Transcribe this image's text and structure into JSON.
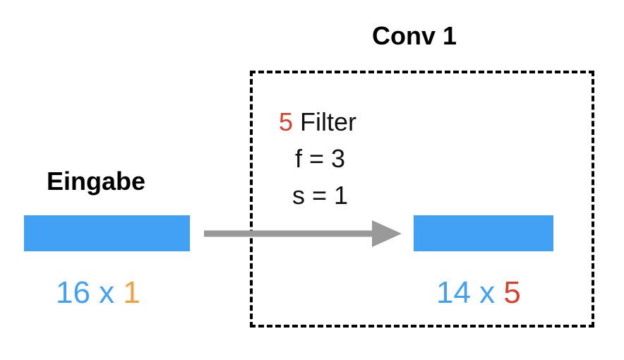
{
  "conv": {
    "title": "Conv 1",
    "filters_count": "5",
    "filters_label": " Filter",
    "f_param": "f = 3",
    "s_param": "s = 1",
    "output_dims": {
      "size": "14",
      "sep": " x ",
      "depth": "5"
    }
  },
  "input": {
    "title": "Eingabe",
    "dims": {
      "size": "16",
      "sep": " x ",
      "depth": "1"
    }
  },
  "colors": {
    "bar": "#42a1f5",
    "dim_size": "#42a1f5",
    "input_depth": "#f0a040",
    "output_depth": "#d9402e",
    "filter_count": "#d9402e",
    "arrow": "#999999"
  }
}
